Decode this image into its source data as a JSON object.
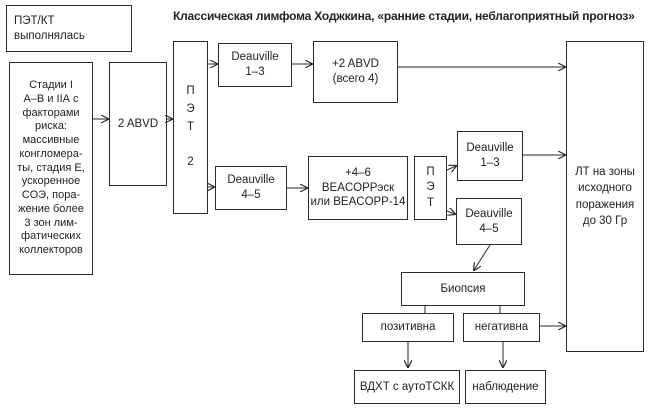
{
  "title": "Классическая лимфома Ходжкина, «ранние стадии, неблагоприятный прогноз»",
  "boxes": {
    "pet_done": [
      "ПЭТ/КТ",
      "выполнялась"
    ],
    "stages": [
      "Стадии I",
      "А–В и IIА с",
      "факторами",
      "риска:",
      "массивные",
      "конгломера-",
      "ты, стадия Е,",
      "ускоренное",
      "СОЭ, пора-",
      "жение более",
      "3 зон лим-",
      "фатических",
      "коллекторов"
    ],
    "abvd2": "2 ABVD",
    "pet2": [
      "П",
      "Э",
      "Т",
      "",
      "2"
    ],
    "deauville_1_3_a": [
      "Deauville",
      "1–3"
    ],
    "abvd_plus2": [
      "+2 ABVD",
      "(всего 4)"
    ],
    "deauville_4_5_a": [
      "Deauville",
      "4–5"
    ],
    "beacopp": [
      "+4–6 BEACOPPэск",
      "или BEACOPP-14"
    ],
    "pet3": [
      "П",
      "Э",
      "Т"
    ],
    "deauville_1_3_b": [
      "Deauville",
      "1–3"
    ],
    "deauville_4_5_b": [
      "Deauville",
      "4–5"
    ],
    "biopsy": "Биопсия",
    "positive": "позитивна",
    "negative": "негативна",
    "vdht": "ВДХТ с аутоТСКК",
    "observation": "наблюдение",
    "lt": [
      "ЛТ на зоны",
      "исходного",
      "поражения",
      "до 30 Гр"
    ]
  },
  "colors": {
    "line": "#2a2a2a",
    "text": "#222222"
  }
}
